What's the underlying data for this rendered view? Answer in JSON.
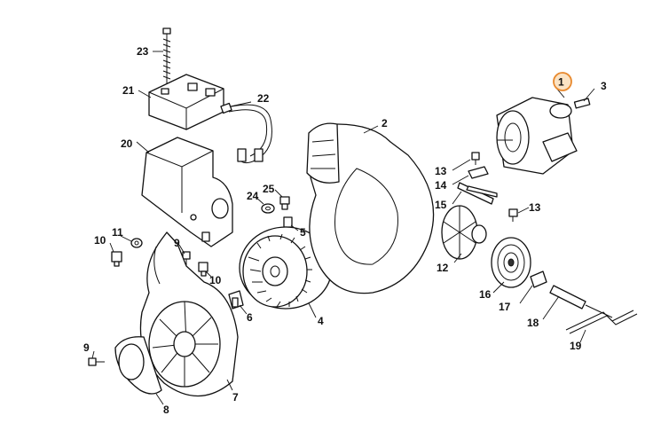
{
  "callouts": [
    {
      "id": "c1",
      "text": "1",
      "highlighted": true
    },
    {
      "id": "c2",
      "text": "2"
    },
    {
      "id": "c3",
      "text": "3"
    },
    {
      "id": "c4",
      "text": "4"
    },
    {
      "id": "c5",
      "text": "5"
    },
    {
      "id": "c6",
      "text": "6"
    },
    {
      "id": "c7",
      "text": "7"
    },
    {
      "id": "c8",
      "text": "8"
    },
    {
      "id": "c9a",
      "text": "9"
    },
    {
      "id": "c9b",
      "text": "9"
    },
    {
      "id": "c10a",
      "text": "10"
    },
    {
      "id": "c10b",
      "text": "10"
    },
    {
      "id": "c11",
      "text": "11"
    },
    {
      "id": "c12",
      "text": "12"
    },
    {
      "id": "c13a",
      "text": "13"
    },
    {
      "id": "c13b",
      "text": "13"
    },
    {
      "id": "c14",
      "text": "14"
    },
    {
      "id": "c15",
      "text": "15"
    },
    {
      "id": "c16",
      "text": "16"
    },
    {
      "id": "c17",
      "text": "17"
    },
    {
      "id": "c18",
      "text": "18"
    },
    {
      "id": "c19",
      "text": "19"
    },
    {
      "id": "c20",
      "text": "20"
    },
    {
      "id": "c21",
      "text": "21"
    },
    {
      "id": "c22",
      "text": "22"
    },
    {
      "id": "c23",
      "text": "23"
    },
    {
      "id": "c24",
      "text": "24"
    },
    {
      "id": "c25",
      "text": "25"
    }
  ],
  "colors": {
    "highlight_stroke": "#e8892e",
    "highlight_fill": "#fbe3c4",
    "line": "#111111"
  }
}
